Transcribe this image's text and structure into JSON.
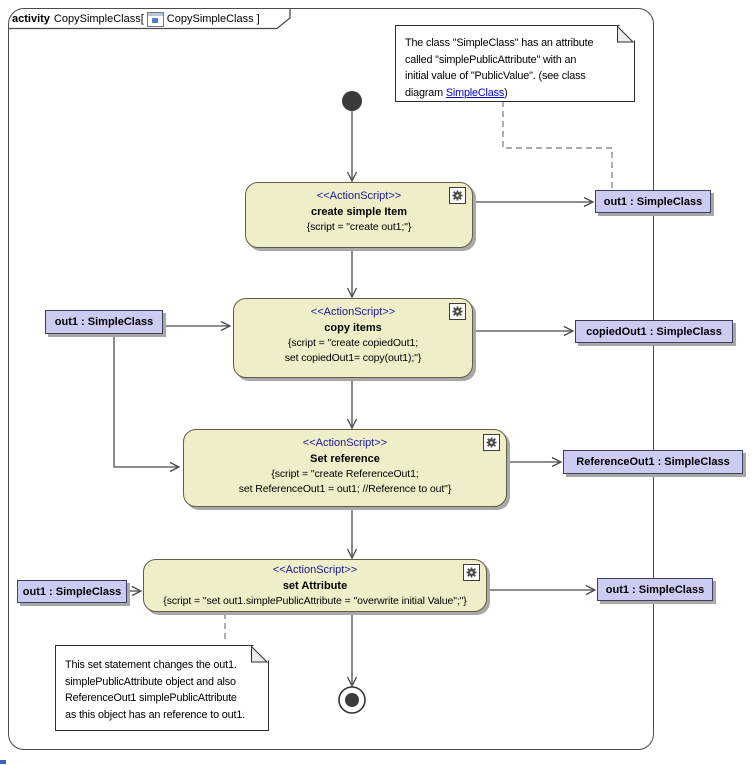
{
  "header": {
    "keyword": "activity",
    "name": "CopySimpleClass",
    "open": "[",
    "diagram_name": "CopySimpleClass",
    "close": "]"
  },
  "notes": {
    "top": {
      "line1": "The class \"SimpleClass\" has an attribute",
      "line2": "called \"simplePublicAttribute\" with an",
      "line3": "initial value of \"PublicValue\". (see class",
      "line4_prefix": "diagram ",
      "link_text": "SimpleClass",
      "line4_suffix": ")"
    },
    "bottom": {
      "line1": "This set statement changes the out1.",
      "line2": "simplePublicAttribute object and also",
      "line3": "ReferenceOut1 simplePublicAttribute",
      "line4": "as this object has an reference to out1."
    }
  },
  "actions": [
    {
      "stereotype": "<<ActionScript>>",
      "name": "create simple Item",
      "script_lines": [
        "{script = \"create out1;\"}"
      ]
    },
    {
      "stereotype": "<<ActionScript>>",
      "name": "copy items",
      "script_lines": [
        "{script = \"create copiedOut1;",
        "set copiedOut1= copy(out1);\"}"
      ]
    },
    {
      "stereotype": "<<ActionScript>>",
      "name": "Set reference",
      "script_lines": [
        "{script = \"create ReferenceOut1;",
        "set ReferenceOut1 = out1; //Reference to out\"}"
      ]
    },
    {
      "stereotype": "<<ActionScript>>",
      "name": "set Attribute",
      "script_lines": [
        "{script = \"set out1.simplePublicAttribute = \"overwrite initial Value\";\"}"
      ]
    }
  ],
  "objects": [
    {
      "label": "out1 : SimpleClass"
    },
    {
      "label": "copiedOut1 : SimpleClass"
    },
    {
      "label": "ReferenceOut1 : SimpleClass"
    },
    {
      "label": "out1 : SimpleClass"
    },
    {
      "label": "out1 : SimpleClass"
    },
    {
      "label": "out1 : SimpleClass"
    }
  ],
  "colors": {
    "action_fill": "#efeec9",
    "action_border": "#5f5f46",
    "object_fill": "#ccccf2",
    "object_border": "#3d3d5c",
    "stereotype_text": "#191992",
    "link": "#0000cc",
    "edge": "#4b4b4b",
    "frame_border": "#4b4b4b",
    "shadow": "#a8a8a8"
  }
}
